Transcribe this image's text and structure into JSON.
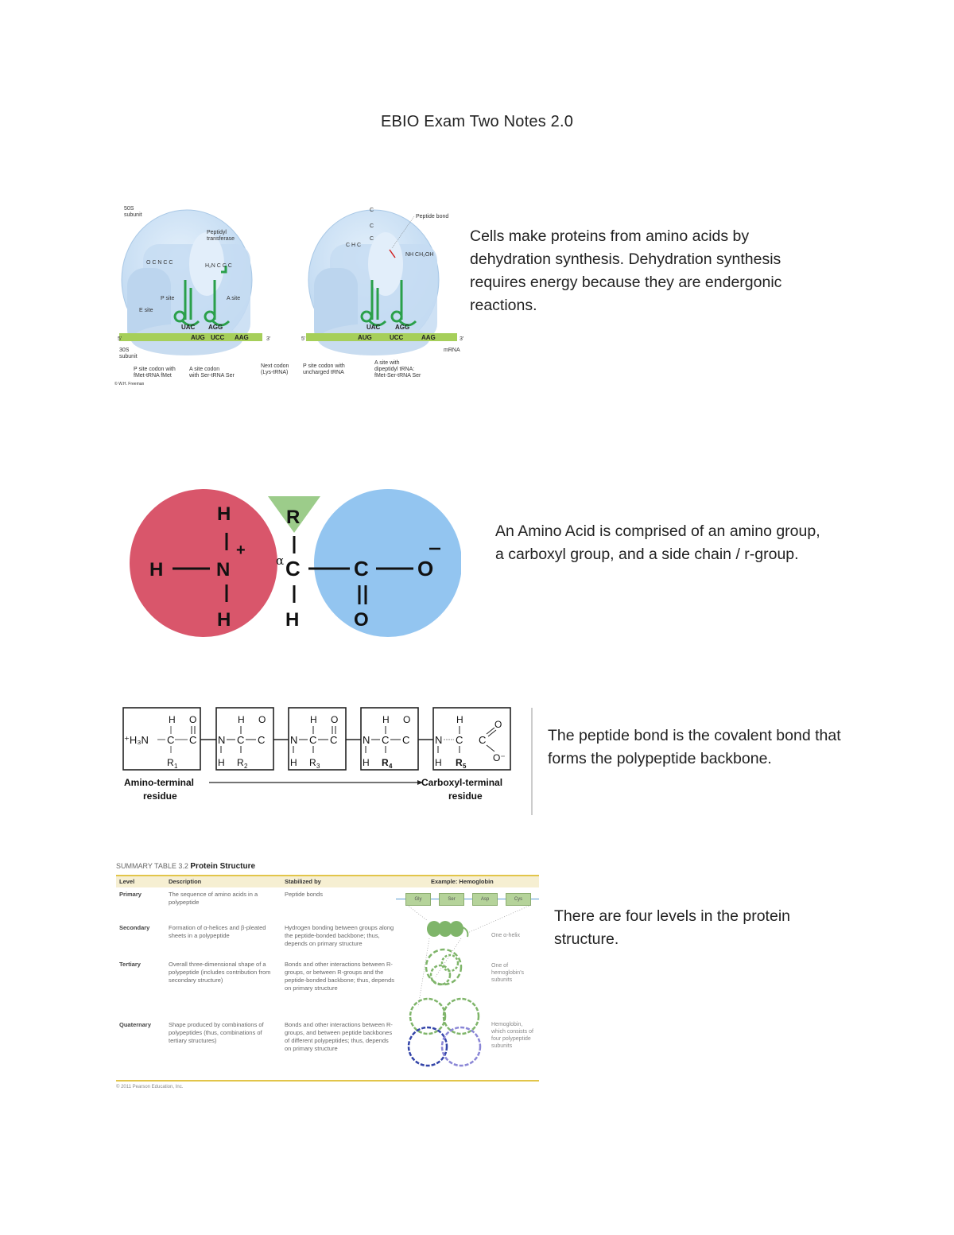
{
  "document": {
    "title": "EBIO Exam Two Notes 2.0"
  },
  "sections": [
    {
      "id": "translation",
      "note": "Cells make proteins from amino acids by dehydration synthesis. Dehydration synthesis requires energy because they are endergonic reactions.",
      "figure": {
        "left_panel": {
          "labels": {
            "large_subunit": "50S subunit",
            "peptidyl_transferase": "Peptidyl transferase",
            "p_site": "P site",
            "a_site": "A site",
            "e_site": "E site",
            "small_subunit": "30S subunit",
            "p_site_codon": "P site codon with fMet-tRNA fMet",
            "a_site_codon": "A site codon with Ser-tRNA Ser",
            "next_codon": "Next codon (Lys-tRNA)",
            "anticodon_p": "UAC",
            "anticodon_a": "AGG",
            "codon_1": "AUG",
            "codon_2": "UCC",
            "codon_3": "AAG",
            "five_prime": "5'",
            "three_prime": "3'",
            "credit": "© W.H. Freeman"
          }
        },
        "right_panel": {
          "labels": {
            "peptide_bond": "Peptide bond",
            "p_site_codon": "P site codon with uncharged tRNA",
            "a_site_codon": "A site with dipeptidyl tRNA: fMet-Ser-tRNA Ser",
            "mrna": "mRNA",
            "anticodon_p": "UAC",
            "anticodon_a": "AGG",
            "codon_1": "AUG",
            "codon_2": "UCC",
            "codon_3": "AAG",
            "five_prime": "5'",
            "three_prime": "3'"
          }
        }
      }
    },
    {
      "id": "amino-acid",
      "note": "An Amino Acid is comprised of an amino group, a carboxyl group, and a side chain / r-group.",
      "figure": {
        "amino_group": {
          "color": "#d9566b",
          "atoms": [
            "H",
            "N",
            "H",
            "H"
          ],
          "charge": "+"
        },
        "side_chain": {
          "color": "#9ccc8a",
          "label": "R"
        },
        "alpha_carbon": {
          "label": "C",
          "prefix": "α",
          "h": "H"
        },
        "carboxyl_group": {
          "color": "#93c5f0",
          "atoms": [
            "C",
            "O",
            "O"
          ],
          "charge": "−"
        }
      }
    },
    {
      "id": "peptide",
      "note": "The peptide bond is the covalent bond that forms the polypeptide backbone.",
      "figure": {
        "residues": [
          {
            "n": "⁺H₃N",
            "r": "R₁"
          },
          {
            "n": "N",
            "r": "R₂"
          },
          {
            "n": "N",
            "r": "R₃"
          },
          {
            "n": "N",
            "r": "R₄"
          },
          {
            "n": "N",
            "r": "R₅"
          }
        ],
        "amino_terminal_label_1": "Amino-terminal",
        "amino_terminal_label_2": "residue",
        "carboxyl_terminal_label_1": "Carboxyl-terminal",
        "carboxyl_terminal_label_2": "residue"
      }
    },
    {
      "id": "protein-structure",
      "note": "There are four levels in the protein structure.",
      "table": {
        "caption_prefix": "SUMMARY TABLE 3.2",
        "caption": "Protein Structure",
        "headers": [
          "Level",
          "Description",
          "Stabilized by",
          "Example: Hemoglobin"
        ],
        "rows": [
          {
            "level": "Primary",
            "description": "The sequence of amino acids in a polypeptide",
            "stabilized_by": "Peptide bonds",
            "example": ""
          },
          {
            "level": "Secondary",
            "description": "Formation of α-helices and β-pleated sheets in a polypeptide",
            "stabilized_by": "Hydrogen bonding between groups along the peptide-bonded backbone; thus, depends on primary structure",
            "example": "One α-helix"
          },
          {
            "level": "Tertiary",
            "description": "Overall three-dimensional shape of a polypeptide (includes contribution from secondary structure)",
            "stabilized_by": "Bonds and other interactions between R-groups, or between R-groups and the peptide-bonded backbone; thus, depends on primary structure",
            "example": "One of hemoglobin's subunits"
          },
          {
            "level": "Quaternary",
            "description": "Shape produced by combinations of polypeptides (thus, combinations of tertiary structures)",
            "stabilized_by": "Bonds and other interactions between R-groups, and between peptide backbones of different polypeptides; thus, depends on primary structure",
            "example": "Hemoglobin, which consists of four polypeptide subunits"
          }
        ],
        "sequence": [
          "Gly",
          "Ser",
          "Asp",
          "Cys"
        ],
        "footer": "© 2011 Pearson Education, Inc.",
        "accent_color": "#e2c54a",
        "header_bg": "#f6efd2"
      }
    }
  ]
}
